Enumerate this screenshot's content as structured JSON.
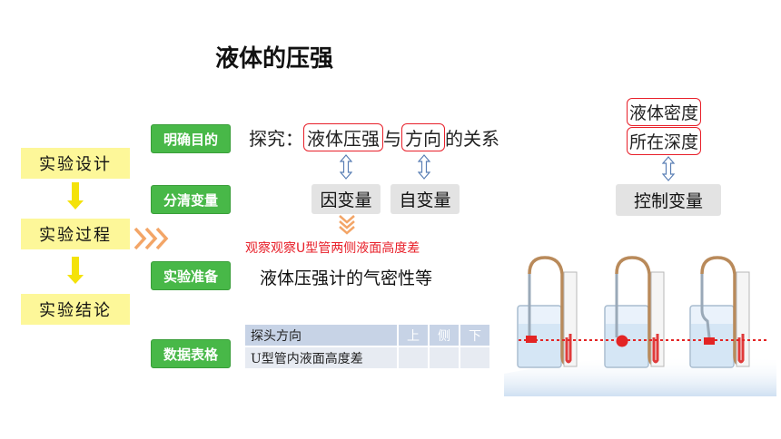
{
  "title": "液体的压强",
  "steps": [
    "实验设计",
    "实验过程",
    "实验结论"
  ],
  "labels": {
    "purpose": "明确目的",
    "variables": "分清变量",
    "prep": "实验准备",
    "table": "数据表格"
  },
  "purpose": {
    "prefix": "探究：",
    "term1": "液体压强",
    "joiner": "与",
    "term2": "方向",
    "suffix": "的关系"
  },
  "variables": {
    "dependent": "因变量",
    "independent": "自变量",
    "controlled": "控制变量",
    "control_items": [
      "液体密度",
      "所在深度"
    ]
  },
  "observe_note": "观察观察U型管两侧液面高度差",
  "prep_text": "液体压强计的气密性等",
  "data_table": {
    "row1": [
      "探头方向",
      "上",
      "侧",
      "下"
    ],
    "row2": [
      "U型管内液面高度差",
      "",
      "",
      ""
    ]
  },
  "colors": {
    "green": "#48b848",
    "yellow": "#fdf799",
    "red": "#e8202a",
    "orange": "#f3a567"
  }
}
